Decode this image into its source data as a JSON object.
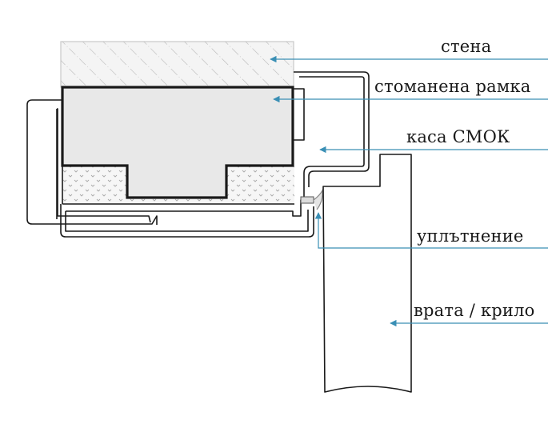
{
  "labels": {
    "wall": "стена",
    "steel_frame": "стоманена рамка",
    "smok_frame": "каса СМОК",
    "seal": "уплътнение",
    "door_leaf": "врата / крило"
  },
  "colors": {
    "arrow": "#3a8fb5",
    "outline": "#1a1a1a",
    "steel_fill": "#e8e8e8",
    "wall_fill": "#f2f2f2",
    "hatch": "#b8b8b8",
    "foam_dots": "#9a9a9a"
  }
}
